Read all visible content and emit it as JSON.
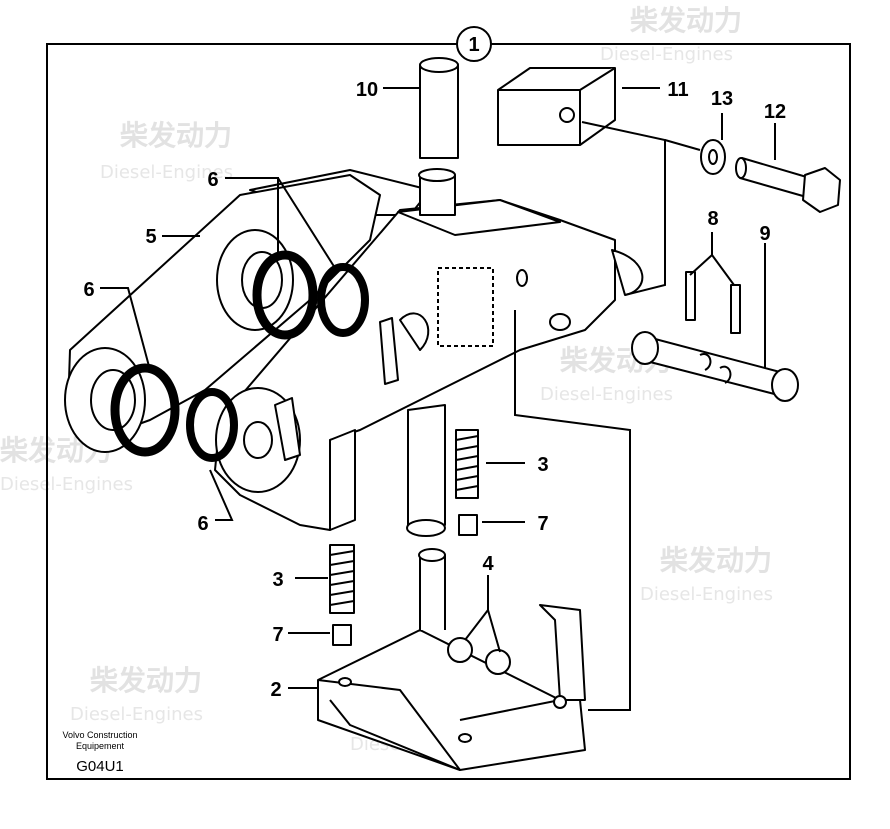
{
  "diagram": {
    "main_label": "1",
    "callouts": [
      "2",
      "3",
      "3",
      "4",
      "5",
      "6",
      "6",
      "6",
      "7",
      "7",
      "8",
      "9",
      "10",
      "11",
      "12",
      "13"
    ]
  },
  "manufacturer_mark": {
    "line1": "Volvo Construction",
    "line2": "Equipement",
    "code": "G04U1"
  },
  "watermark": {
    "brand": "柴发动力",
    "sub": "Diesel-Engines"
  }
}
